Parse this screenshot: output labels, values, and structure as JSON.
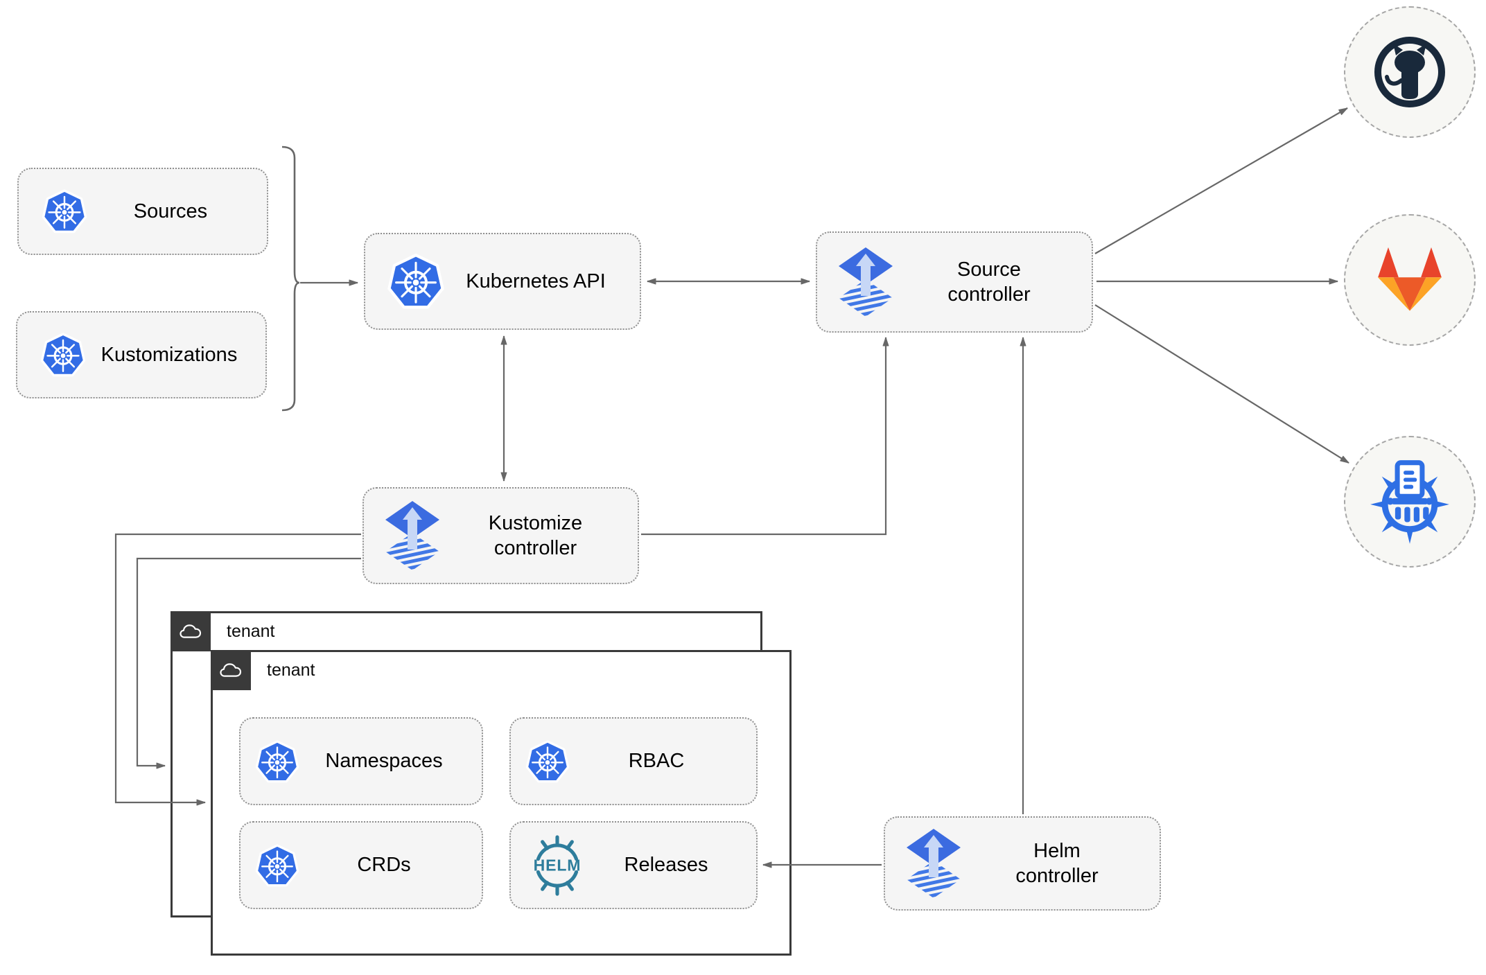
{
  "nodes": {
    "sources": {
      "label": "Sources",
      "icon": "kubernetes-icon"
    },
    "kustomizations": {
      "label": "Kustomizations",
      "icon": "kubernetes-icon"
    },
    "kubernetes_api": {
      "label": "Kubernetes API",
      "icon": "kubernetes-icon"
    },
    "source_controller": {
      "label": "Source controller",
      "icon": "flux-icon"
    },
    "kustomize_controller": {
      "label": "Kustomize controller",
      "icon": "flux-icon"
    },
    "helm_controller": {
      "label": "Helm controller",
      "icon": "flux-icon"
    },
    "tenant_back": {
      "label": "tenant",
      "icon": "cloud-icon"
    },
    "tenant_front": {
      "label": "tenant",
      "icon": "cloud-icon"
    },
    "namespaces": {
      "label": "Namespaces",
      "icon": "kubernetes-icon"
    },
    "rbac": {
      "label": "RBAC",
      "icon": "kubernetes-icon"
    },
    "crds": {
      "label": "CRDs",
      "icon": "kubernetes-icon"
    },
    "releases": {
      "label": "Releases",
      "icon": "helm-icon"
    }
  },
  "endpoints": {
    "github": {
      "icon": "github-icon"
    },
    "gitlab": {
      "icon": "gitlab-icon"
    },
    "helm_repository": {
      "icon": "chartmuseum-icon"
    }
  },
  "icons": {
    "helm_logo_text": "HELM"
  },
  "edges": [
    {
      "from": "sources_kustomizations_brace",
      "to": "kubernetes_api",
      "type": "arrow"
    },
    {
      "from": "kubernetes_api",
      "to": "source_controller",
      "type": "double-arrow"
    },
    {
      "from": "kubernetes_api",
      "to": "kustomize_controller",
      "type": "double-arrow"
    },
    {
      "from": "kustomize_controller",
      "to": "source_controller",
      "type": "arrow"
    },
    {
      "from": "kustomize_controller",
      "to": "tenant_front",
      "type": "arrow"
    },
    {
      "from": "kustomize_controller",
      "to": "tenant_back",
      "type": "arrow"
    },
    {
      "from": "helm_controller",
      "to": "source_controller",
      "type": "arrow"
    },
    {
      "from": "helm_controller",
      "to": "releases",
      "type": "arrow"
    },
    {
      "from": "source_controller",
      "to": "github",
      "type": "arrow"
    },
    {
      "from": "source_controller",
      "to": "gitlab",
      "type": "arrow"
    },
    {
      "from": "source_controller",
      "to": "helm_repository",
      "type": "arrow"
    }
  ],
  "colors": {
    "kubernetes_blue": "#326CE5",
    "flux_blue": "#3B6BE0",
    "flux_light_arrow": "#C7D7F6",
    "flux_stripe_blue": "#4178E6",
    "helm_teal": "#2E7D9C",
    "github_dark": "#19293B",
    "gitlab_red": "#E8432B",
    "gitlab_orange": "#EC5A28",
    "gitlab_yellow": "#FCA326",
    "chartmuseum_blue": "#2E6FE4",
    "node_fill": "#F5F5F5",
    "node_border": "#8F8F8F",
    "tenant_dark": "#3A3A3A",
    "connector_gray": "#676767",
    "circle_fill": "#F7F7F4"
  }
}
